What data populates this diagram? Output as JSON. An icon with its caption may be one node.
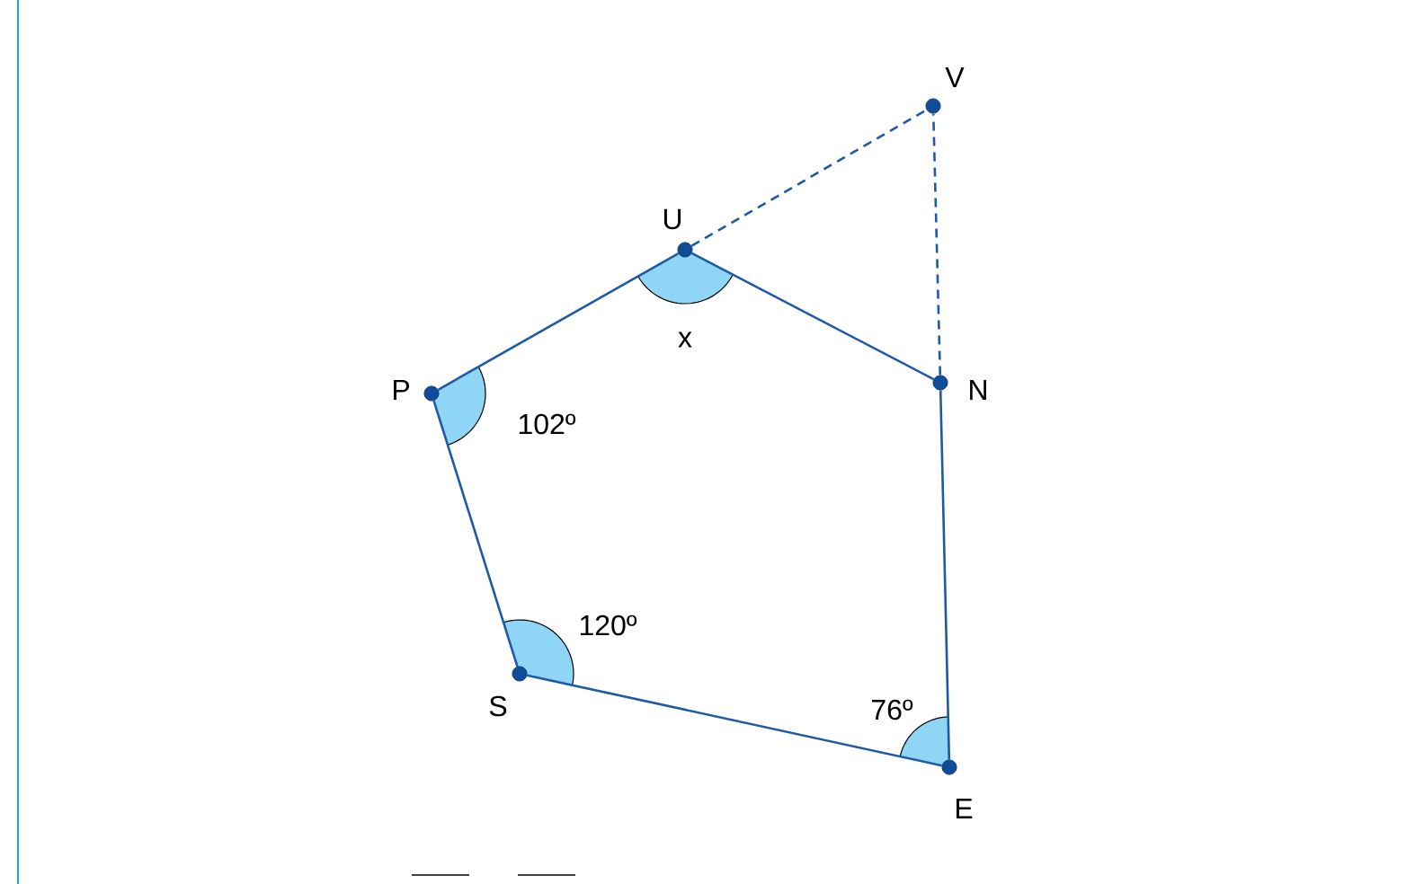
{
  "diagram": {
    "nodes": [
      {
        "text": [],
        "shape": "circle",
        "beside": [
          "V"
        ]
      },
      {
        "text": [],
        "shape": "circle",
        "beside": [
          "U"
        ]
      },
      {
        "text": [],
        "shape": "circle",
        "beside": [
          "P"
        ]
      },
      {
        "text": [],
        "shape": "circle",
        "beside": [
          "N"
        ]
      },
      {
        "text": [],
        "shape": "circle",
        "beside": [
          "S"
        ]
      },
      {
        "text": [],
        "shape": "circle",
        "beside": [
          "E"
        ]
      }
    ],
    "edges": [
      {
        "from": 2,
        "to": 1,
        "arrow": "none"
      },
      {
        "from": 1,
        "to": 3,
        "arrow": "none"
      },
      {
        "from": 3,
        "to": 5,
        "arrow": "none"
      },
      {
        "from": 5,
        "to": 4,
        "arrow": "none"
      },
      {
        "from": 4,
        "to": 2,
        "arrow": "none"
      },
      {
        "from": 1,
        "to": 0,
        "arrow": "none",
        "style": "dashed"
      },
      {
        "from": 3,
        "to": 0,
        "arrow": "none",
        "style": "dashed"
      }
    ],
    "labels": [
      "x",
      "102º",
      "120º",
      "76º"
    ]
  }
}
